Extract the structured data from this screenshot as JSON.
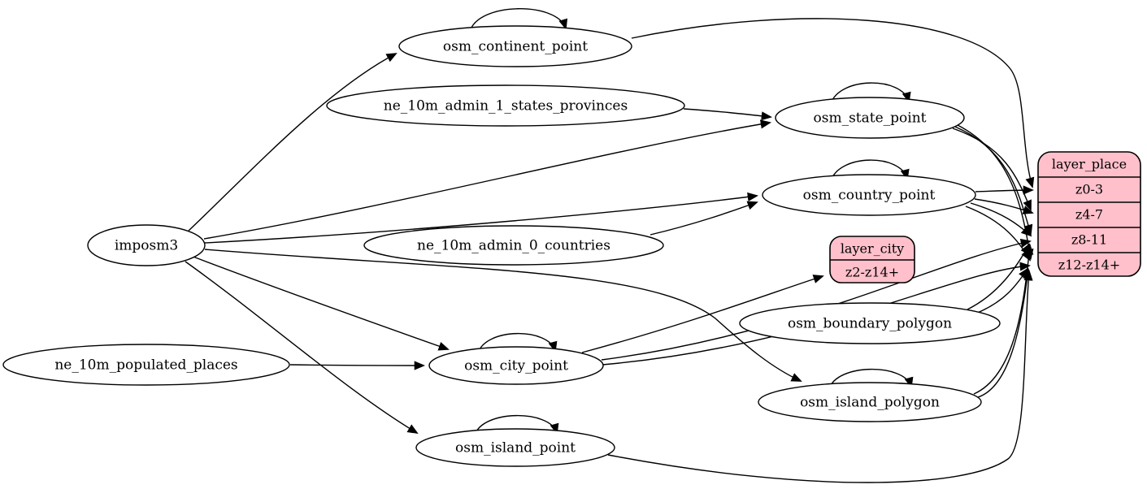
{
  "diagram": {
    "type": "graphviz-etl-graph",
    "background_color": "#ffffff",
    "node_fill_color": "#ffffff",
    "record_fill_color": "#ffc0cb",
    "stroke_color": "#000000",
    "nodes": {
      "imposm3": {
        "label": "imposm3",
        "shape": "ellipse"
      },
      "ne_10m_populated_places": {
        "label": "ne_10m_populated_places",
        "shape": "ellipse"
      },
      "ne_10m_admin_1_states_provinces": {
        "label": "ne_10m_admin_1_states_provinces",
        "shape": "ellipse"
      },
      "ne_10m_admin_0_countries": {
        "label": "ne_10m_admin_0_countries",
        "shape": "ellipse"
      },
      "osm_continent_point": {
        "label": "osm_continent_point",
        "shape": "ellipse",
        "self_loop": true
      },
      "osm_state_point": {
        "label": "osm_state_point",
        "shape": "ellipse",
        "self_loop": true
      },
      "osm_country_point": {
        "label": "osm_country_point",
        "shape": "ellipse",
        "self_loop": true
      },
      "osm_city_point": {
        "label": "osm_city_point",
        "shape": "ellipse",
        "self_loop": true
      },
      "osm_island_point": {
        "label": "osm_island_point",
        "shape": "ellipse",
        "self_loop": true
      },
      "osm_island_polygon": {
        "label": "osm_island_polygon",
        "shape": "ellipse",
        "self_loop": true
      },
      "osm_boundary_polygon": {
        "label": "osm_boundary_polygon",
        "shape": "ellipse"
      }
    },
    "records": {
      "layer_place": {
        "title": "layer_place",
        "rows": [
          "z0-3",
          "z4-7",
          "z8-11",
          "z12-z14+"
        ]
      },
      "layer_city": {
        "title": "layer_city",
        "rows": [
          "z2-z14+"
        ]
      }
    },
    "edges": [
      {
        "from": "imposm3",
        "to": "osm_continent_point"
      },
      {
        "from": "imposm3",
        "to": "osm_state_point"
      },
      {
        "from": "imposm3",
        "to": "osm_country_point"
      },
      {
        "from": "imposm3",
        "to": "osm_city_point"
      },
      {
        "from": "imposm3",
        "to": "osm_island_point"
      },
      {
        "from": "imposm3",
        "to": "osm_island_polygon"
      },
      {
        "from": "ne_10m_admin_1_states_provinces",
        "to": "osm_state_point"
      },
      {
        "from": "ne_10m_admin_0_countries",
        "to": "osm_country_point"
      },
      {
        "from": "ne_10m_populated_places",
        "to": "osm_city_point"
      },
      {
        "from": "osm_continent_point",
        "to": "osm_continent_point"
      },
      {
        "from": "osm_state_point",
        "to": "osm_state_point"
      },
      {
        "from": "osm_country_point",
        "to": "osm_country_point"
      },
      {
        "from": "osm_city_point",
        "to": "osm_city_point"
      },
      {
        "from": "osm_island_point",
        "to": "osm_island_point"
      },
      {
        "from": "osm_island_polygon",
        "to": "osm_island_polygon"
      },
      {
        "from": "osm_continent_point",
        "to": "layer_place.z0-3"
      },
      {
        "from": "osm_country_point",
        "to": "layer_place.z0-3"
      },
      {
        "from": "osm_country_point",
        "to": "layer_place.z4-7"
      },
      {
        "from": "osm_country_point",
        "to": "layer_place.z8-11"
      },
      {
        "from": "osm_country_point",
        "to": "layer_place.z12-z14+"
      },
      {
        "from": "osm_state_point",
        "to": "layer_place.z4-7"
      },
      {
        "from": "osm_state_point",
        "to": "layer_place.z8-11"
      },
      {
        "from": "osm_state_point",
        "to": "layer_place.z12-z14+"
      },
      {
        "from": "osm_city_point",
        "to": "layer_city.z2-z14+"
      },
      {
        "from": "osm_city_point",
        "to": "layer_place.z8-11"
      },
      {
        "from": "osm_city_point",
        "to": "layer_place.z12-z14+"
      },
      {
        "from": "osm_boundary_polygon",
        "to": "layer_place.z8-11"
      },
      {
        "from": "osm_boundary_polygon",
        "to": "layer_place.z12-z14+"
      },
      {
        "from": "osm_island_polygon",
        "to": "layer_place.z8-11"
      },
      {
        "from": "osm_island_polygon",
        "to": "layer_place.z12-z14+"
      },
      {
        "from": "osm_island_point",
        "to": "layer_place.z12-z14+"
      }
    ]
  }
}
